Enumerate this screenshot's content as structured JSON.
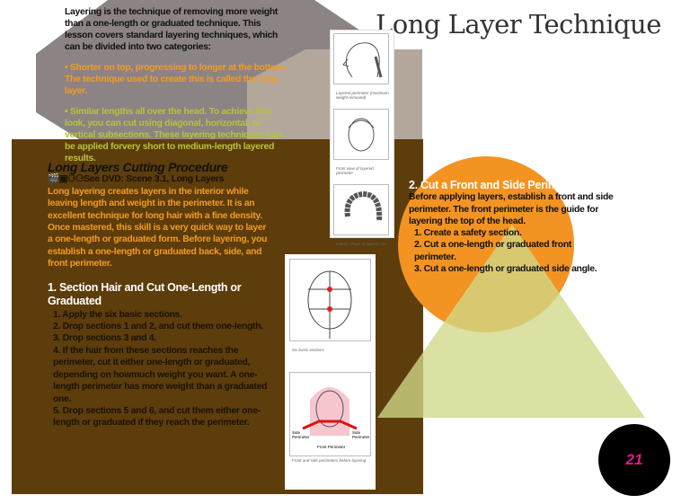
{
  "title": "Long Layer Technique",
  "intro": {
    "text": "Layering is the technique of removing more weight than a one-length or graduated technique. This lesson covers standard layering techniques, which can be divided into two categories:",
    "bullet1": "• Shorter on top, progressing to longer at the bottom. The technique used to create this is called the long layer.",
    "bullet2": "• Similar lengths all over the head. To achieve this look, you can cut using diagonal, horizontal, or vertical subsections. These layering techniques can be applied forvery short to medium-length layered results."
  },
  "procedure": {
    "heading": "Long Layers Cutting Procedure",
    "dvd": "See DVD: Scene 3.1, Long Layers",
    "body": "Long layering creates layers in the interior while leaving length and weight in the perimeter. It is an excellent technique for long hair with a fine density. Once mastered, this skill is a very quick way to layer a one-length or graduated form. Before layering, you establish a one-length or graduated back, side, and front perimeter."
  },
  "step1": {
    "heading": "1.   Section Hair and Cut One-Length or Graduated",
    "items": [
      "1.  Apply the six basic sections.",
      "2.  Drop sections 1 and 2, and cut them one-length.",
      "3.  Drop sections 3 and 4.",
      "4.  If the hair from these sections reaches the perimeter, cut it either one-length or graduated, depending on howmuch weight you want. A one-length perimeter has more weight than a graduated one.",
      "5.  Drop sections 5 and 6, and cut them either one-length or graduated if they reach the perimeter."
    ]
  },
  "step2": {
    "heading": "2.   Cut a Front and Side Perimeter",
    "body": "Before applying layers, establish a front and side perimeter. The front perimeter is the guide for layering the top of the head.",
    "items": [
      "1.  Create a safety section.",
      "2.  Cut a one-length or graduated front perimeter.",
      "3.  Cut a one-length or graduated side angle."
    ]
  },
  "figures": {
    "cap1": "Layered perimeter (maximum weight removed)",
    "cap2": "Front view of layered perimeter",
    "cap3": "Interior shape of layered cut",
    "cap4": "Six basic sections",
    "cap5": "Front and side perimeters before layering",
    "side_left": "Side Perimeter",
    "side_right": "Side Perimeter",
    "front": "Front Perimeter"
  },
  "page_number": "21",
  "colors": {
    "brown": "#5c3d0b",
    "orange": "#f39322",
    "gray": "#8c8484",
    "green": "#d8de96",
    "pink": "#e0188c"
  }
}
